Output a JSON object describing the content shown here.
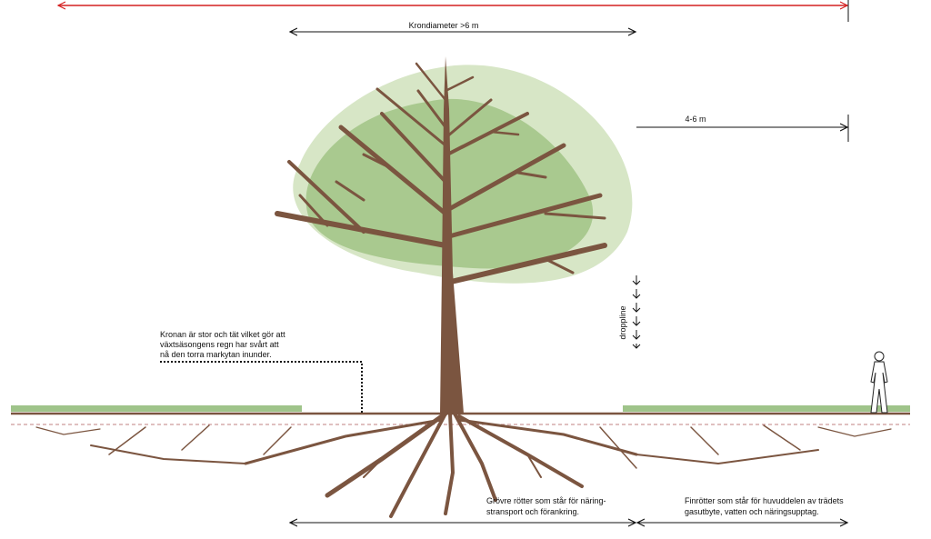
{
  "labels": {
    "crown_diameter": "Krondiameter >6 m",
    "spread": "4-6 m",
    "dripline": "droppline",
    "crown_note": [
      "Kronan är stor och tät vilket gör att",
      "växtsäsongens regn har svårt att",
      "nå den torra markytan inunder."
    ],
    "coarse_roots": [
      "Grövre rötter som står för näring-",
      "stransport och förankring."
    ],
    "fine_roots": [
      "Finrötter som står för huvuddelen av trädets",
      "gasutbyte, vatten och näringsupptag."
    ]
  },
  "colors": {
    "trunk": "#7b5540",
    "crown_outer": "#d7e6c6",
    "crown_inner": "#a9c98f",
    "grass": "#9fc48a",
    "ground_line": "#7b5540",
    "root_zone_dash": "#c08080",
    "red_arrow": "#d42020",
    "dim_arrow": "#111111"
  }
}
